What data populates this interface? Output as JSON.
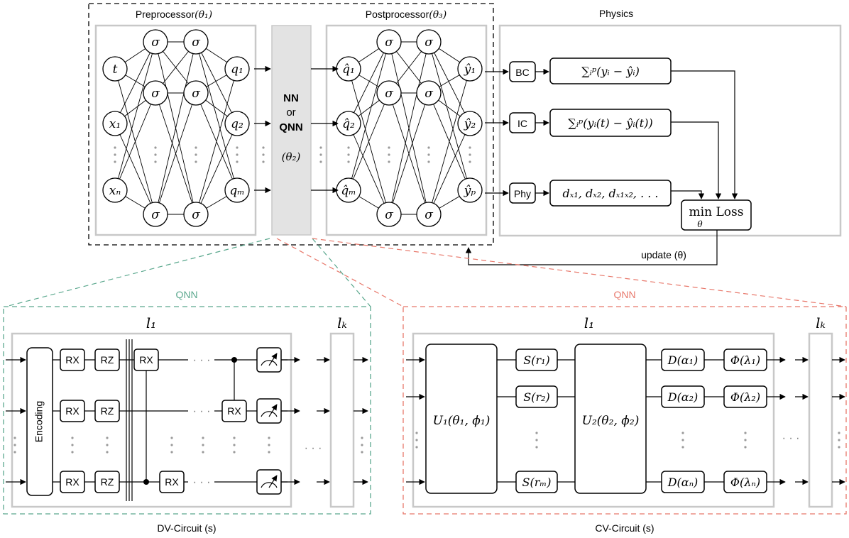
{
  "labels": {
    "preprocessor": "Preprocessor",
    "preprocessor_param": "(θ₁)",
    "postprocessor": "Postprocessor",
    "postprocessor_param": "(θ₃)",
    "physics": "Physics",
    "nn": "NN",
    "or": "or",
    "qnn_bold": "QNN",
    "theta2": "(θ₂)",
    "update": "update (θ)",
    "qnn_left": "QNN",
    "qnn_right": "QNN",
    "dv_caption": "DV-Circuit (s)",
    "cv_caption": "CV-Circuit (s)",
    "encoding": "Encoding",
    "l1_left": "l₁",
    "lk_left": "lₖ",
    "l1_right": "l₁",
    "lk_right": "lₖ"
  },
  "preprocessor": {
    "inputs": [
      "t",
      "x₁",
      "xₙ"
    ],
    "outputs": [
      "q₁",
      "q₂",
      "qₘ"
    ],
    "activation": "σ"
  },
  "postprocessor": {
    "inputs": [
      "q̂₁",
      "q̂₂",
      "q̂ₘ"
    ],
    "outputs": [
      "ŷ₁",
      "ŷ₂",
      "ŷₚ"
    ],
    "activation": "σ"
  },
  "physics": {
    "constraints": [
      "BC",
      "IC",
      "Phy"
    ],
    "terms": [
      "∑ᵢᵖ(yᵢ − ŷᵢ)",
      "∑ᵢᵖ(yᵢ(t) − ŷᵢ(t))",
      "dₓ₁, dₓ₂, dₓ₁ₓ₂, . . ."
    ],
    "loss": "min Loss",
    "loss_sub": "θ"
  },
  "dv_circuit": {
    "gates_row1": [
      "RX",
      "RZ",
      "RX"
    ],
    "gates_row2": [
      "RX",
      "RZ",
      "RX"
    ],
    "gates_row3": [
      "RX",
      "RZ",
      "RX"
    ],
    "wire_dots": "· · ·"
  },
  "cv_circuit": {
    "u1": "U₁(θ₁, ϕ₁)",
    "u2": "U₂(θ₂, ϕ₂)",
    "squeeze": [
      "S(r₁)",
      "S(r₂)",
      "S(rₘ)"
    ],
    "displace": [
      "D(α₁)",
      "D(α₂)",
      "D(αₙ)"
    ],
    "phase": [
      "Φ(λ₁)",
      "Φ(λ₂)",
      "Φ(λₙ)"
    ],
    "wire_dots": "· · ·"
  },
  "colors": {
    "qnn_left": "#5ba88e",
    "qnn_right": "#e8786b",
    "gray_border": "#c8c8c8",
    "nn_fill": "#e3e3e3"
  }
}
